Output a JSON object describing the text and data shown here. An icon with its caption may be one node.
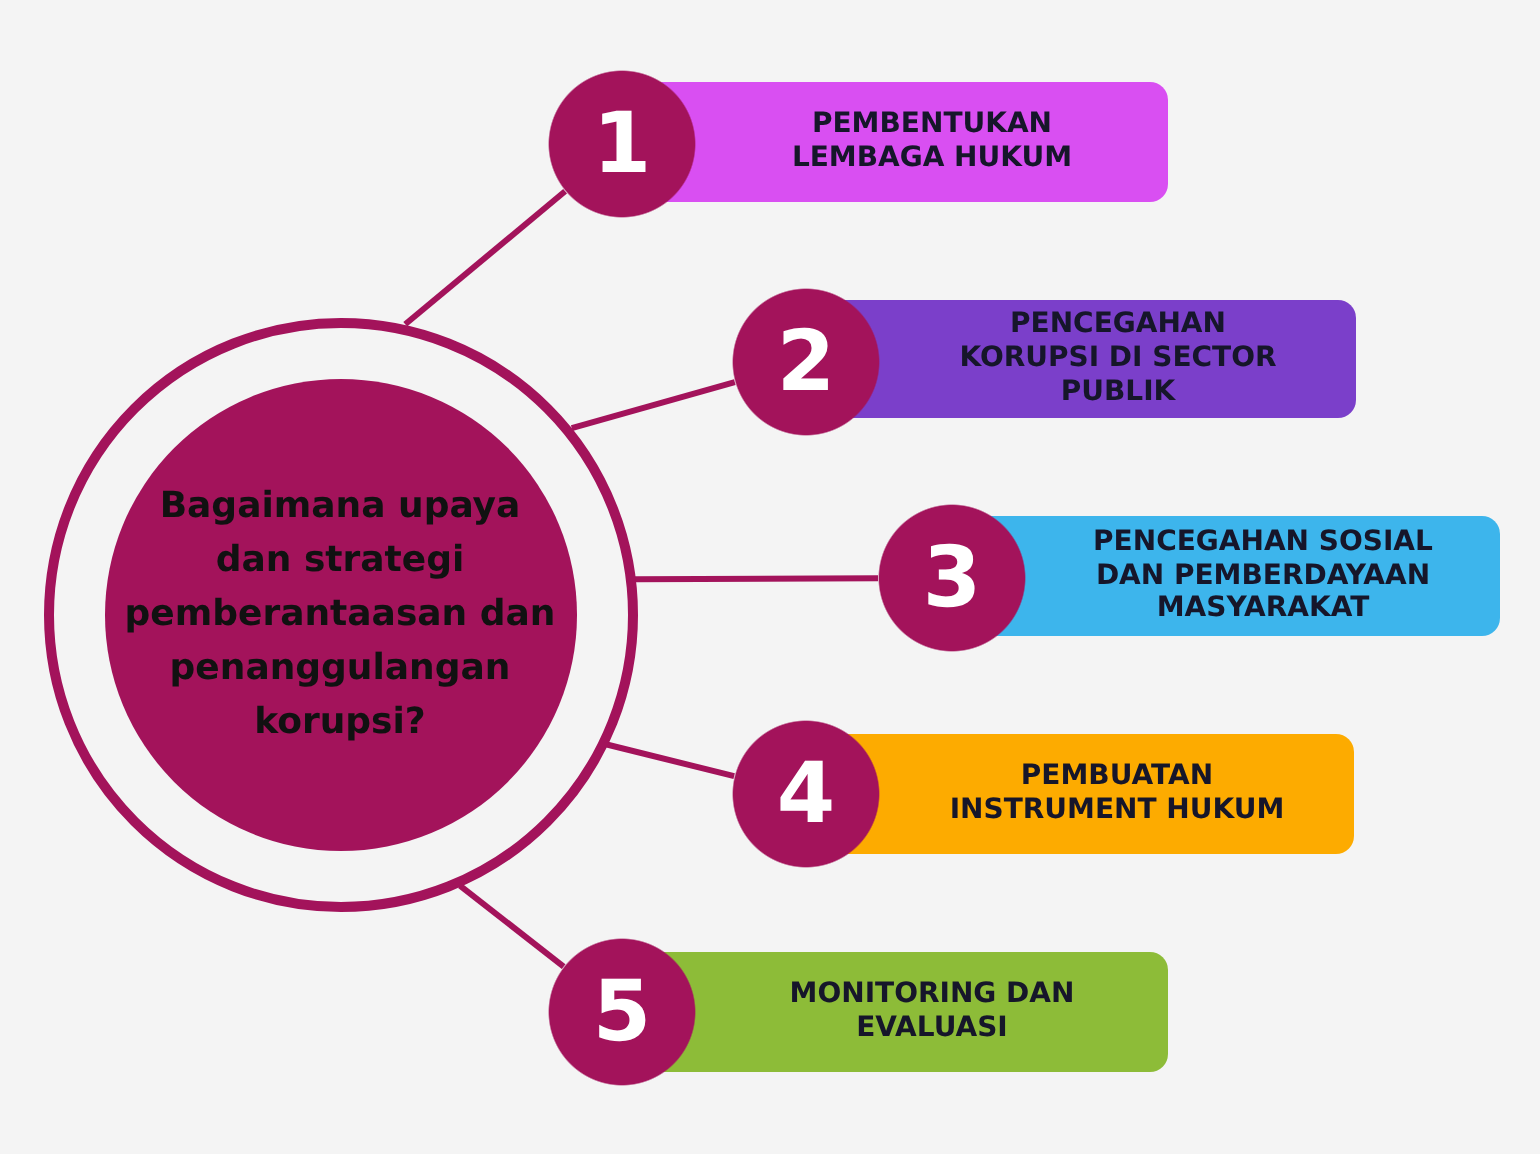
{
  "diagram": {
    "nodes": [
      {
        "text": [
          "Bagaimana upaya dan strategi pemberantaasan dan penanggulangan korupsi?"
        ]
      },
      {
        "text": [
          "1"
        ]
      },
      {
        "text": [
          "PEMBENTUKAN LEMBAGA HUKUM"
        ]
      },
      {
        "text": [
          "2"
        ]
      },
      {
        "text": [
          "PENCEGAHAN KORUPSI DI SECTOR PUBLIK"
        ]
      },
      {
        "text": [
          "3"
        ]
      },
      {
        "text": [
          "PENCEGAHAN SOSIAL DAN PEMBERDAYAAN MASYARAKAT"
        ]
      },
      {
        "text": [
          "4"
        ]
      },
      {
        "text": [
          "PEMBUATAN INSTRUMENT HUKUM"
        ]
      },
      {
        "text": [
          "5"
        ]
      },
      {
        "text": [
          "MONITORING DAN EVALUASI"
        ]
      }
    ],
    "edges": [
      {
        "from": 0,
        "to": 1,
        "arrow": "none"
      },
      {
        "from": 0,
        "to": 3,
        "arrow": "none"
      },
      {
        "from": 0,
        "to": 5,
        "arrow": "none"
      },
      {
        "from": 0,
        "to": 7,
        "arrow": "none"
      },
      {
        "from": 0,
        "to": 9,
        "arrow": "none"
      }
    ]
  }
}
